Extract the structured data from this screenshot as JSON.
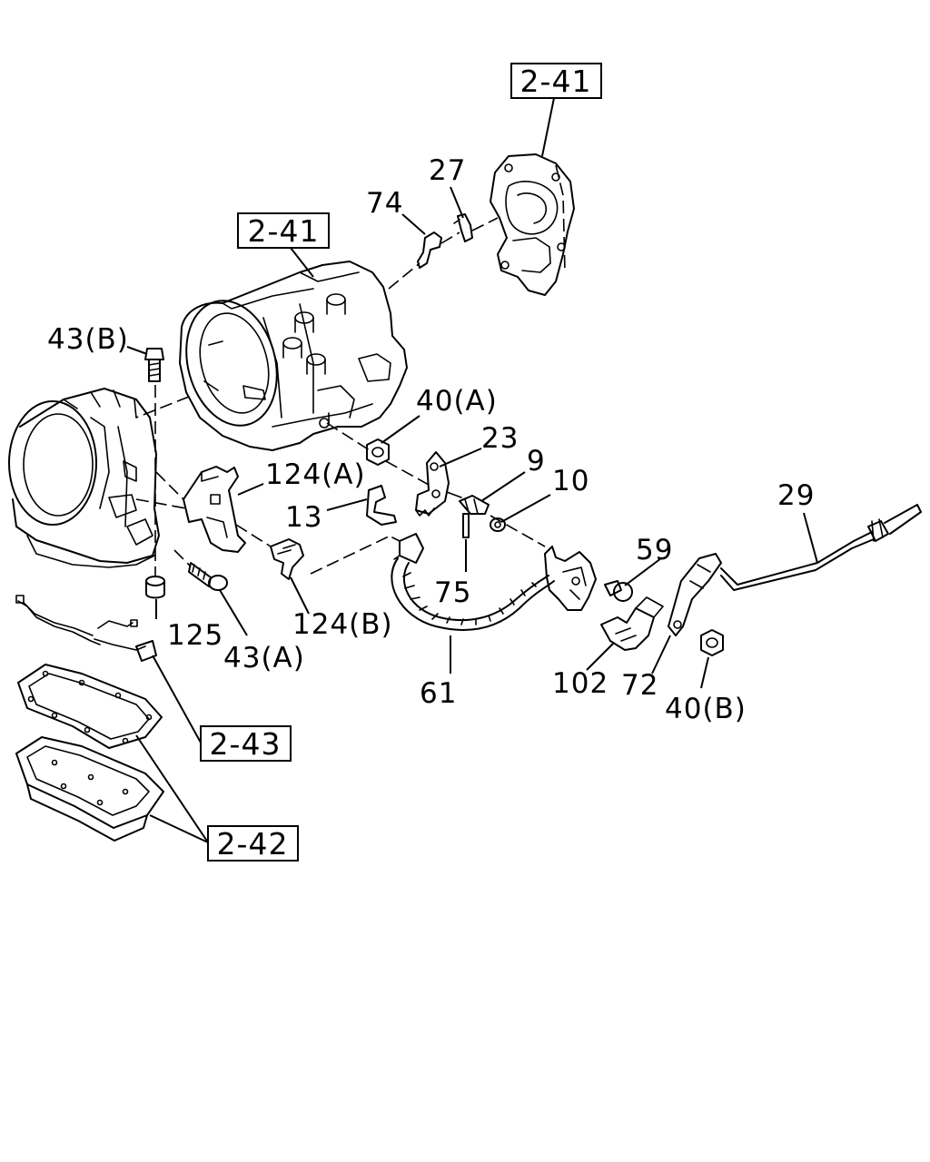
{
  "callouts": {
    "c_74": "74",
    "c_27": "27",
    "c_43b": "43(B)",
    "c_40a": "40(A)",
    "c_23": "23",
    "c_9": "9",
    "c_10": "10",
    "c_124a": "124(A)",
    "c_13": "13",
    "c_29": "29",
    "c_59": "59",
    "c_75": "75",
    "c_125": "125",
    "c_43a": "43(A)",
    "c_124b": "124(B)",
    "c_61": "61",
    "c_102": "102",
    "c_72": "72",
    "c_40b": "40(B)"
  },
  "references": {
    "ref_top": "2-41",
    "ref_mid": "2-41",
    "ref_43": "2-43",
    "ref_42": "2-42"
  },
  "colors": {
    "line": "#000000",
    "background": "#ffffff"
  }
}
